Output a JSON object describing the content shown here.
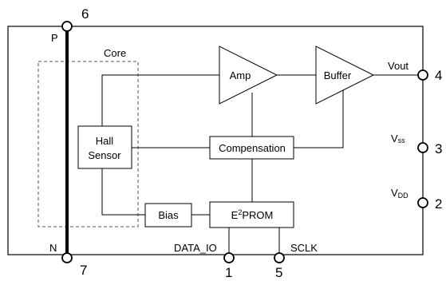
{
  "core": {
    "label": "Core"
  },
  "blocks": {
    "hall": {
      "line1": "Hall",
      "line2": "Sensor"
    },
    "amp": "Amp",
    "buffer": "Buffer",
    "compensation": "Compensation",
    "bias": "Bias",
    "eeprom": {
      "main": "E",
      "sup": "2",
      "rest": "PROM"
    }
  },
  "terminals": {
    "P": "P",
    "N": "N",
    "vout": {
      "main": "V",
      "sub": "out"
    },
    "vss": {
      "main": "V",
      "sub": "ss"
    },
    "vdd": {
      "main": "V",
      "sub": "DD"
    },
    "data_io": "DATA_IO",
    "sclk": "SCLK"
  },
  "pins": {
    "p6": "6",
    "p7": "7",
    "p4": "4",
    "p3": "3",
    "p2": "2",
    "p1": "1",
    "p5": "5"
  }
}
